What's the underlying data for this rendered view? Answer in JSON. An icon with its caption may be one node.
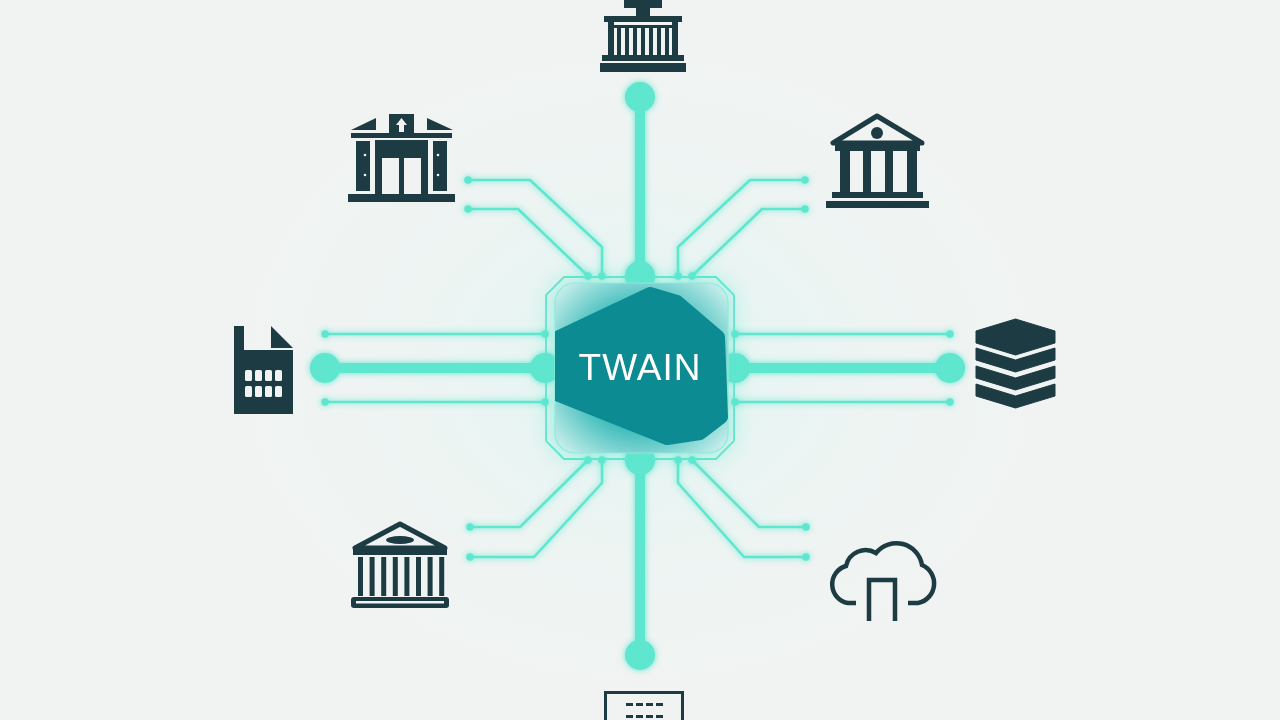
{
  "diagram": {
    "nodes": [
      {
        "text": [],
        "shape": "picture"
      },
      {
        "text": [],
        "shape": "picture"
      },
      {
        "text": [],
        "shape": "picture"
      },
      {
        "text": [],
        "shape": "picture"
      },
      {
        "text": [
          "TWAIN"
        ]
      },
      {
        "text": [],
        "shape": "picture"
      },
      {
        "text": [],
        "shape": "picture"
      },
      {
        "text": [],
        "shape": "picture"
      },
      {
        "text": [],
        "shape": "picture"
      }
    ],
    "edges": [
      {
        "from": 4,
        "to": 0,
        "arrow": "other",
        "style": "thick"
      },
      {
        "from": 4,
        "to": 1,
        "arrow": "other"
      },
      {
        "from": 4,
        "to": 1,
        "arrow": "other"
      },
      {
        "from": 4,
        "to": 2,
        "arrow": "other"
      },
      {
        "from": 4,
        "to": 2,
        "arrow": "other"
      },
      {
        "from": 4,
        "to": 3,
        "arrow": "other"
      },
      {
        "from": 4,
        "to": 3,
        "arrow": "other",
        "style": "thick"
      },
      {
        "from": 4,
        "to": 3,
        "arrow": "other"
      },
      {
        "from": 4,
        "to": 5,
        "arrow": "other"
      },
      {
        "from": 4,
        "to": 5,
        "arrow": "other",
        "style": "thick"
      },
      {
        "from": 4,
        "to": 5,
        "arrow": "other"
      },
      {
        "from": 4,
        "to": 6,
        "arrow": "other"
      },
      {
        "from": 4,
        "to": 6,
        "arrow": "other"
      },
      {
        "from": 4,
        "to": 7,
        "arrow": "other"
      },
      {
        "from": 4,
        "to": 7,
        "arrow": "other"
      },
      {
        "from": 4,
        "to": 8,
        "arrow": "other",
        "style": "thick"
      }
    ]
  }
}
